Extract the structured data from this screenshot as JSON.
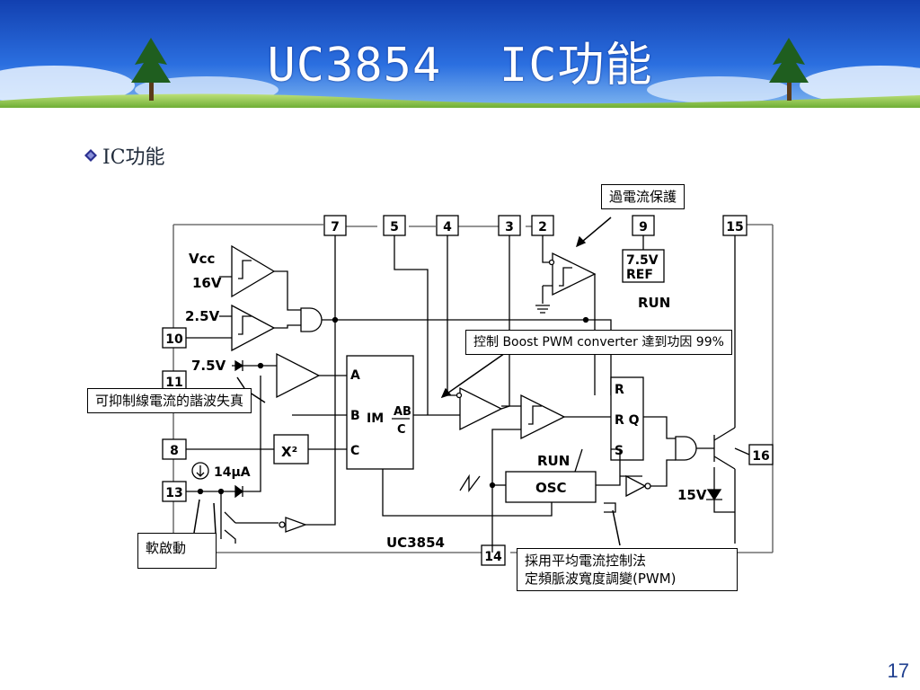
{
  "slide": {
    "title": "UC3854  IC功能",
    "bullet": "IC功能",
    "page_number": "17"
  },
  "diagram": {
    "pins": [
      "7",
      "5",
      "4",
      "3",
      "2",
      "9",
      "15",
      "10",
      "11",
      "8",
      "13",
      "14",
      "16"
    ],
    "labels": {
      "vcc": "Vcc",
      "v16": "16V",
      "v25": "2.5V",
      "v75a": "7.5V",
      "v75ref_1": "7.5V",
      "v75ref_2": "REF",
      "run1": "RUN",
      "run2": "RUN",
      "a": "A",
      "b": "B",
      "c": "C",
      "im": "IM",
      "ab": "AB",
      "c_over": "C",
      "x2": "X²",
      "i14": "14µA",
      "osc": "OSC",
      "r": "R",
      "rq": "R Q",
      "s": "S",
      "v15": "15V",
      "chip": "UC3854"
    }
  },
  "callouts": {
    "overcurrent": "過電流保護",
    "boost_pwm": "控制 Boost PWM converter 達到功因 99%",
    "harmonic": "可抑制線電流的諧波失真",
    "softstart": "軟啟動",
    "avg_current_1": "採用平均電流控制法",
    "avg_current_2": "定頻脈波寬度調變(PWM)"
  },
  "colors": {
    "banner_sky": "#1b4fbf",
    "title_text": "#ffffff",
    "bullet_diamond": "#2a2f8f",
    "page_number": "#1f3f8f"
  }
}
